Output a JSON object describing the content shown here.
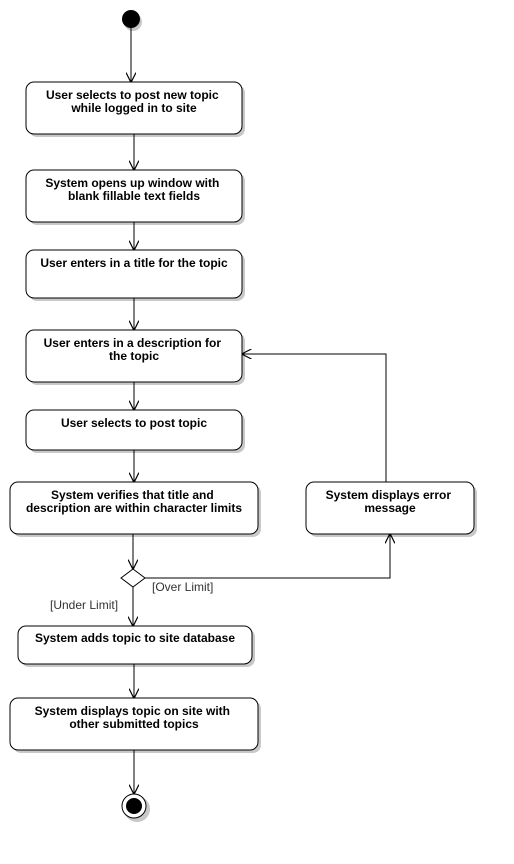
{
  "diagram": {
    "activities": [
      {
        "id": "a1",
        "lines": [
          "User selects to post new topic",
          "while logged in to site"
        ]
      },
      {
        "id": "a2",
        "lines": [
          "System opens up window with",
          "blank fillable text fields"
        ]
      },
      {
        "id": "a3",
        "lines": [
          "User enters in a title for the topic"
        ]
      },
      {
        "id": "a4",
        "lines": [
          "User enters in a description for",
          "the topic"
        ]
      },
      {
        "id": "a5",
        "lines": [
          "User selects to post topic"
        ]
      },
      {
        "id": "a6",
        "lines": [
          "System verifies that title and",
          "description are within character limits"
        ]
      },
      {
        "id": "a7",
        "lines": [
          "System displays error",
          "message"
        ]
      },
      {
        "id": "a8",
        "lines": [
          "System adds topic to site database"
        ]
      },
      {
        "id": "a9",
        "lines": [
          "System displays topic on site with",
          "other submitted topics"
        ]
      }
    ],
    "guards": {
      "over": "[Over Limit]",
      "under": "[Under Limit]"
    },
    "colors": {
      "stroke": "#000000",
      "fill": "#ffffff",
      "shadow": "#c8c8c8",
      "guard_text": "#333333"
    }
  }
}
